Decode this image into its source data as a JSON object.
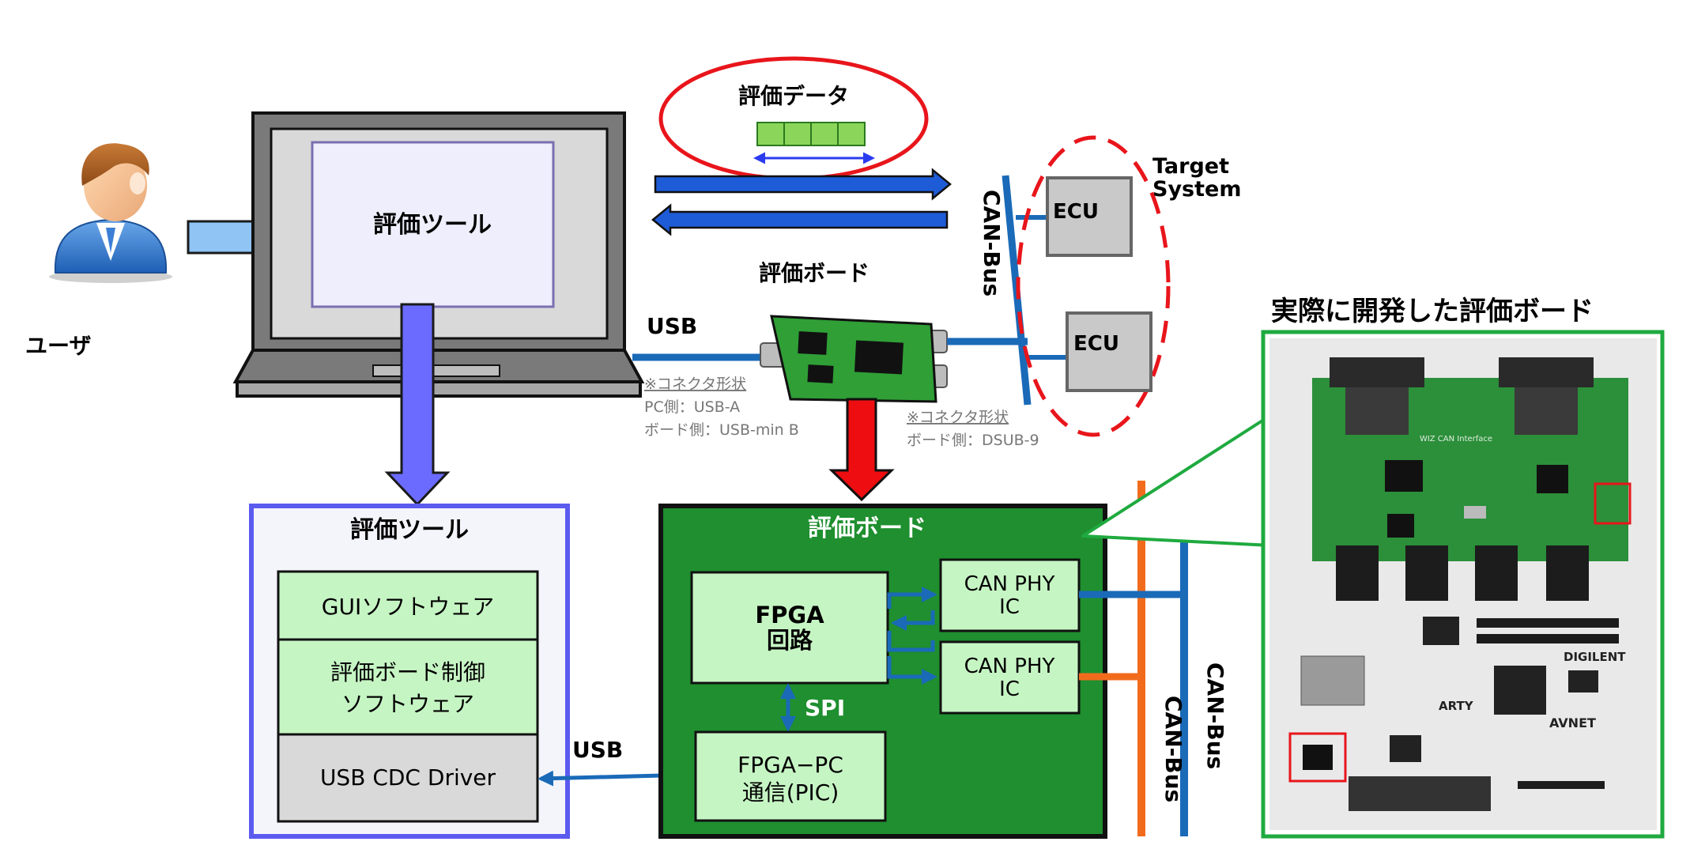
{
  "user": {
    "label": "ユーザ"
  },
  "laptop": {
    "screen_label": "評価ツール"
  },
  "eval_data": {
    "label": "評価データ",
    "cells": 4
  },
  "top_board": {
    "label": "評価ボード"
  },
  "usb_top": {
    "label": "USB"
  },
  "pc_connector_note": {
    "title": "※コネクタ形状",
    "line1": "PC側：USB-A",
    "line2": "ボード側：USB-min B"
  },
  "board_connector_note": {
    "title": "※コネクタ形状",
    "line1": "ボード側：DSUB-9"
  },
  "can_bus_top": {
    "label": "CAN-Bus"
  },
  "ecus": [
    {
      "label": "ECU"
    },
    {
      "label": "ECU"
    }
  ],
  "target_system": {
    "line1": "Target",
    "line2": "System"
  },
  "tool_panel": {
    "title": "評価ツール",
    "layers": [
      {
        "line1": "GUIソフトウェア",
        "line2": ""
      },
      {
        "line1": "評価ボード制御",
        "line2": "ソフトウェア"
      },
      {
        "line1": "USB CDC Driver",
        "line2": ""
      }
    ]
  },
  "usb_link": {
    "label": "USB"
  },
  "board_panel": {
    "title": "評価ボード",
    "fpga": {
      "line1": "FPGA",
      "line2": "回路"
    },
    "spi": "SPI",
    "fpga_pc": {
      "line1": "FPGA−PC",
      "line2": "通信(PIC)"
    },
    "can_phy": [
      {
        "line1": "CAN PHY",
        "line2": "IC"
      },
      {
        "line1": "CAN PHY",
        "line2": "IC"
      }
    ]
  },
  "can_bus_bottom": [
    {
      "label": "CAN-Bus"
    },
    {
      "label": "CAN-Bus"
    }
  ],
  "photo": {
    "title": "実際に開発した評価ボード",
    "brand_digilent": "DIGILENT",
    "brand_arty": "ARTY",
    "brand_avnet": "AVNET",
    "silk": "WIZ CAN Interface"
  },
  "colors": {
    "can_blue": "#1a6ab8",
    "can_orange": "#f26b1d",
    "board_green": "#1f8f2f",
    "light_green": "#c6f5c4",
    "tool_border": "#5b5bf0",
    "red": "#e8151b",
    "arrow_blue": "#1e5bd6",
    "photo_frame": "#1faa3f"
  }
}
